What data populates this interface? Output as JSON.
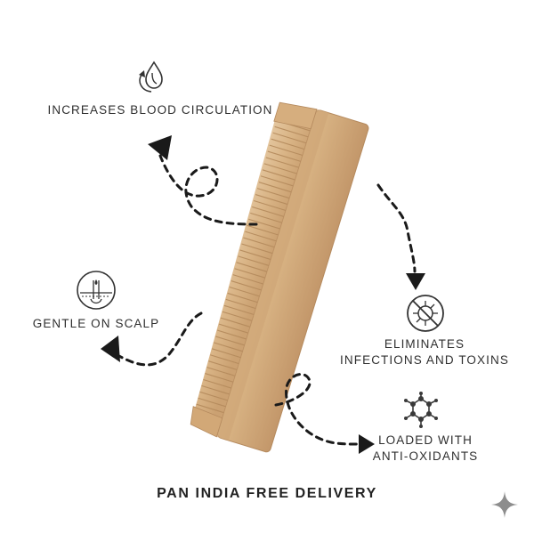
{
  "features": {
    "blood": "INCREASES BLOOD CIRCULATION",
    "scalp": "GENTLE ON SCALP",
    "infections_line1": "ELIMINATES",
    "infections_line2": "INFECTIONS AND TOXINS",
    "antioxidants_line1": "LOADED WITH",
    "antioxidants_line2": "ANTI-OXIDANTS"
  },
  "footer": "PAN INDIA FREE DELIVERY",
  "icons": [
    "drop-cycle-icon",
    "hair-follicle-icon",
    "virus-blocked-icon",
    "molecule-icon",
    "sparkle-icon"
  ],
  "colors": {
    "text": "#2f2f2f",
    "wood": "#d9b489",
    "wood_dark": "#b88d60",
    "arrow": "#1a1a1a"
  }
}
